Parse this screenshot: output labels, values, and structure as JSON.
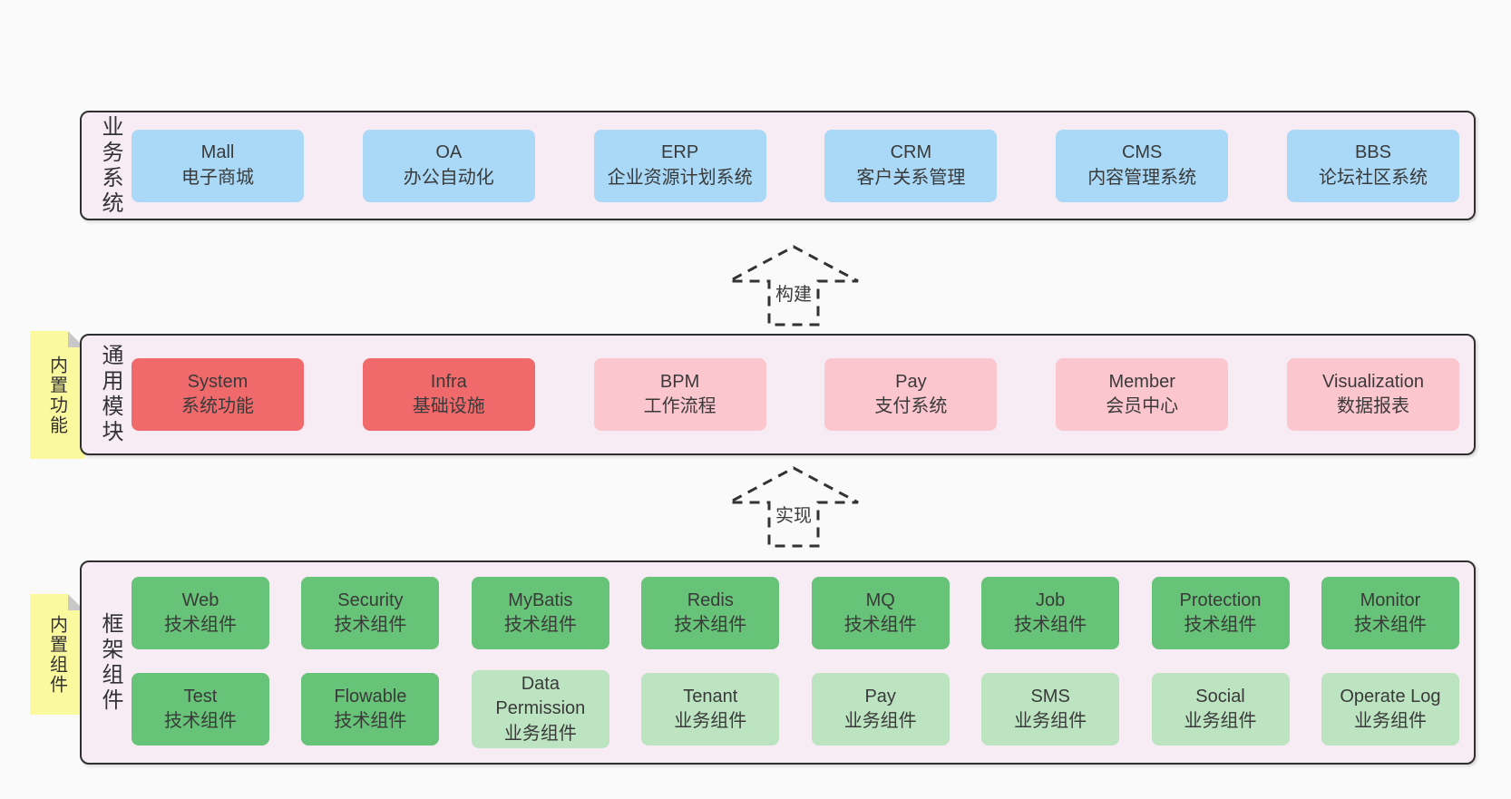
{
  "colors": {
    "page_bg": "#fafafa",
    "band_bg": "#f7ebf4",
    "band_border": "#2f2f2f",
    "blue": "#a9d9f7",
    "red": "#f0696b",
    "pink": "#fbc6ce",
    "green_dark": "#67c377",
    "green_light": "#bce4c1",
    "sticky_yellow": "#fbf99e",
    "sticky_fold": "#c8c8c8",
    "arrow_stroke": "#333333",
    "text": "#3a3a3a"
  },
  "arrows": [
    {
      "label": "构建"
    },
    {
      "label": "实现"
    }
  ],
  "bands": [
    {
      "id": "business-systems",
      "label": "业务系统",
      "boxes": [
        {
          "title": "Mall",
          "subtitle": "电子商城",
          "color": "blue"
        },
        {
          "title": "OA",
          "subtitle": "办公自动化",
          "color": "blue"
        },
        {
          "title": "ERP",
          "subtitle": "企业资源计划系统",
          "color": "blue"
        },
        {
          "title": "CRM",
          "subtitle": "客户关系管理",
          "color": "blue"
        },
        {
          "title": "CMS",
          "subtitle": "内容管理系统",
          "color": "blue"
        },
        {
          "title": "BBS",
          "subtitle": "论坛社区系统",
          "color": "blue"
        }
      ]
    },
    {
      "id": "common-modules",
      "label": "通用模块",
      "sticky": "内置功能",
      "boxes": [
        {
          "title": "System",
          "subtitle": "系统功能",
          "color": "red"
        },
        {
          "title": "Infra",
          "subtitle": "基础设施",
          "color": "red"
        },
        {
          "title": "BPM",
          "subtitle": "工作流程",
          "color": "pink"
        },
        {
          "title": "Pay",
          "subtitle": "支付系统",
          "color": "pink"
        },
        {
          "title": "Member",
          "subtitle": "会员中心",
          "color": "pink"
        },
        {
          "title": "Visualization",
          "subtitle": "数据报表",
          "color": "pink"
        }
      ]
    },
    {
      "id": "framework-components",
      "label": "框架组件",
      "sticky": "内置组件",
      "rows": [
        [
          {
            "title": "Web",
            "subtitle": "技术组件",
            "color": "green_dark"
          },
          {
            "title": "Security",
            "subtitle": "技术组件",
            "color": "green_dark"
          },
          {
            "title": "MyBatis",
            "subtitle": "技术组件",
            "color": "green_dark"
          },
          {
            "title": "Redis",
            "subtitle": "技术组件",
            "color": "green_dark"
          },
          {
            "title": "MQ",
            "subtitle": "技术组件",
            "color": "green_dark"
          },
          {
            "title": "Job",
            "subtitle": "技术组件",
            "color": "green_dark"
          },
          {
            "title": "Protection",
            "subtitle": "技术组件",
            "color": "green_dark"
          },
          {
            "title": "Monitor",
            "subtitle": "技术组件",
            "color": "green_dark"
          }
        ],
        [
          {
            "title": "Test",
            "subtitle": "技术组件",
            "color": "green_dark"
          },
          {
            "title": "Flowable",
            "subtitle": "技术组件",
            "color": "green_dark"
          },
          {
            "title": "Data Permission",
            "subtitle": "业务组件",
            "color": "green_light"
          },
          {
            "title": "Tenant",
            "subtitle": "业务组件",
            "color": "green_light"
          },
          {
            "title": "Pay",
            "subtitle": "业务组件",
            "color": "green_light"
          },
          {
            "title": "SMS",
            "subtitle": "业务组件",
            "color": "green_light"
          },
          {
            "title": "Social",
            "subtitle": "业务组件",
            "color": "green_light"
          },
          {
            "title": "Operate Log",
            "subtitle": "业务组件",
            "color": "green_light"
          }
        ]
      ]
    }
  ]
}
